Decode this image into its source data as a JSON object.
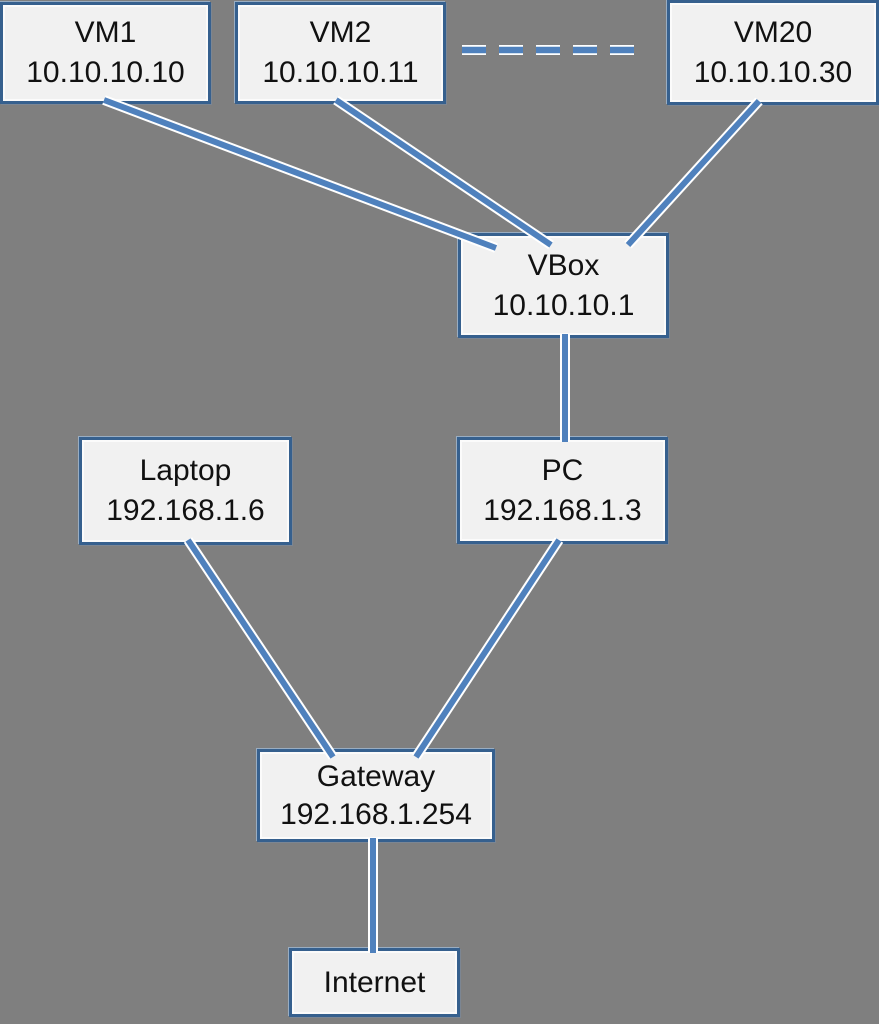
{
  "diagram_type": "network-topology",
  "colors": {
    "background": "#7f7f7f",
    "node_fill": "#f1f1f1",
    "node_border": "#36608e",
    "connector": "#4f81bd",
    "connector_casing": "#ffffff",
    "text": "#111111"
  },
  "nodes": [
    {
      "id": "vm1",
      "label": "VM1",
      "ip": "10.10.10.10"
    },
    {
      "id": "vm2",
      "label": "VM2",
      "ip": "10.10.10.11"
    },
    {
      "id": "vm20",
      "label": "VM20",
      "ip": "10.10.10.30"
    },
    {
      "id": "vbox",
      "label": "VBox",
      "ip": "10.10.10.1"
    },
    {
      "id": "laptop",
      "label": "Laptop",
      "ip": "192.168.1.6"
    },
    {
      "id": "pc",
      "label": "PC",
      "ip": "192.168.1.3"
    },
    {
      "id": "gateway",
      "label": "Gateway",
      "ip": "192.168.1.254"
    },
    {
      "id": "internet",
      "label": "Internet"
    }
  ],
  "edges": [
    {
      "from": "VM1",
      "to": "VBox",
      "style": "solid"
    },
    {
      "from": "VM2",
      "to": "VBox",
      "style": "solid"
    },
    {
      "from": "VM20",
      "to": "VBox",
      "style": "solid"
    },
    {
      "from": "VBox",
      "to": "PC",
      "style": "solid"
    },
    {
      "from": "Laptop",
      "to": "Gateway",
      "style": "solid"
    },
    {
      "from": "PC",
      "to": "Gateway",
      "style": "solid"
    },
    {
      "from": "Gateway",
      "to": "Internet",
      "style": "solid"
    },
    {
      "from": "VM2",
      "to": "VM20",
      "style": "dashed",
      "meaning": "ellipsis-more-vms"
    }
  ]
}
